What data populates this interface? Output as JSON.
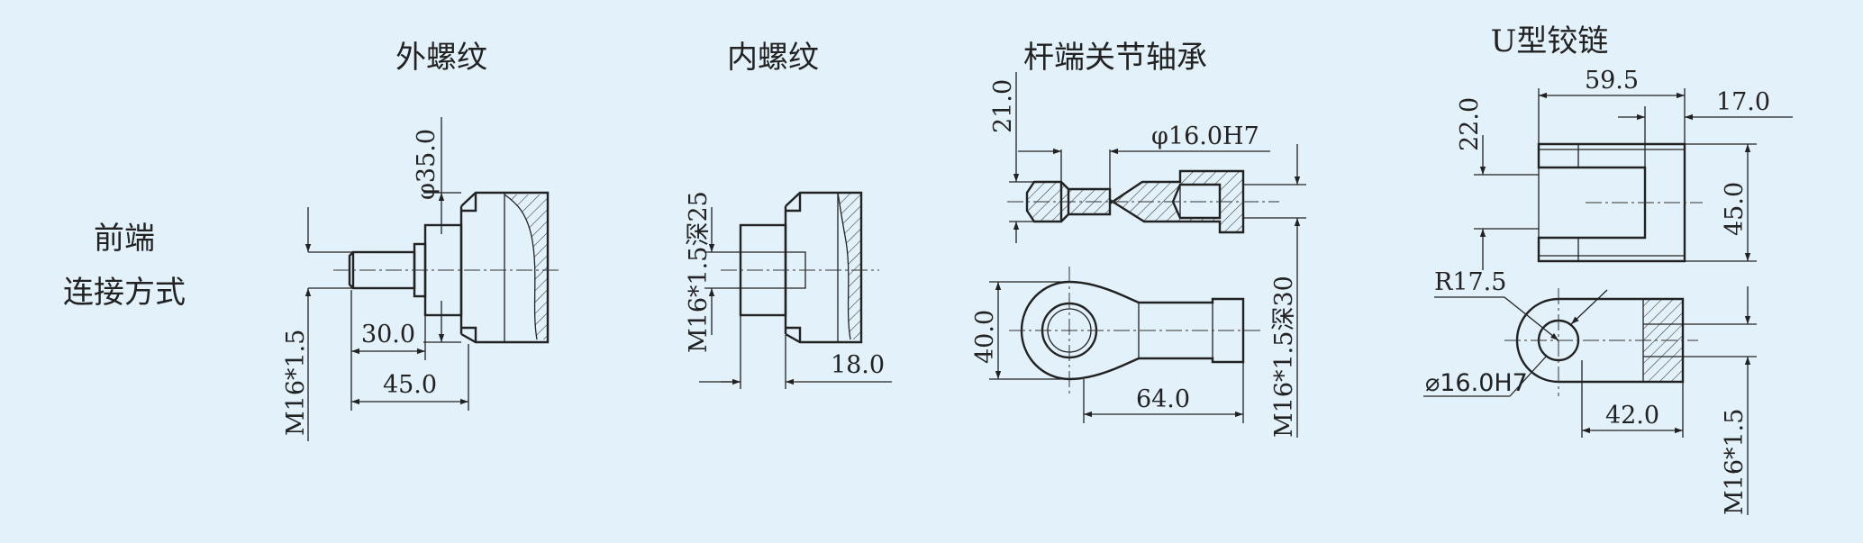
{
  "section_label": {
    "line1": "前端",
    "line2": "连接方式"
  },
  "titles": {
    "external_thread": "外螺纹",
    "internal_thread": "内螺纹",
    "rod_end_bearing": "杆端关节轴承",
    "u_clevis": "U型铰链"
  },
  "external_thread": {
    "dia": "φ35.0",
    "len_30": "30.0",
    "len_45": "45.0",
    "thread": "M16*1.5"
  },
  "internal_thread": {
    "thread": "M16*1.5深25",
    "len_18": "18.0"
  },
  "rod_end_bearing": {
    "h_21": "21.0",
    "bore": "φ16.0H7",
    "h_40": "40.0",
    "len_64": "64.0",
    "thread": "M16*1.5深30"
  },
  "u_clevis": {
    "len_59_5": "59.5",
    "len_17": "17.0",
    "h_22": "22.0",
    "h_45": "45.0",
    "radius": "R17.5",
    "bore": "⌀16.0H7",
    "len_42": "42.0",
    "thread": "M16*1.5"
  },
  "colors": {
    "background": "#e2f1fa",
    "line": "#222222"
  }
}
